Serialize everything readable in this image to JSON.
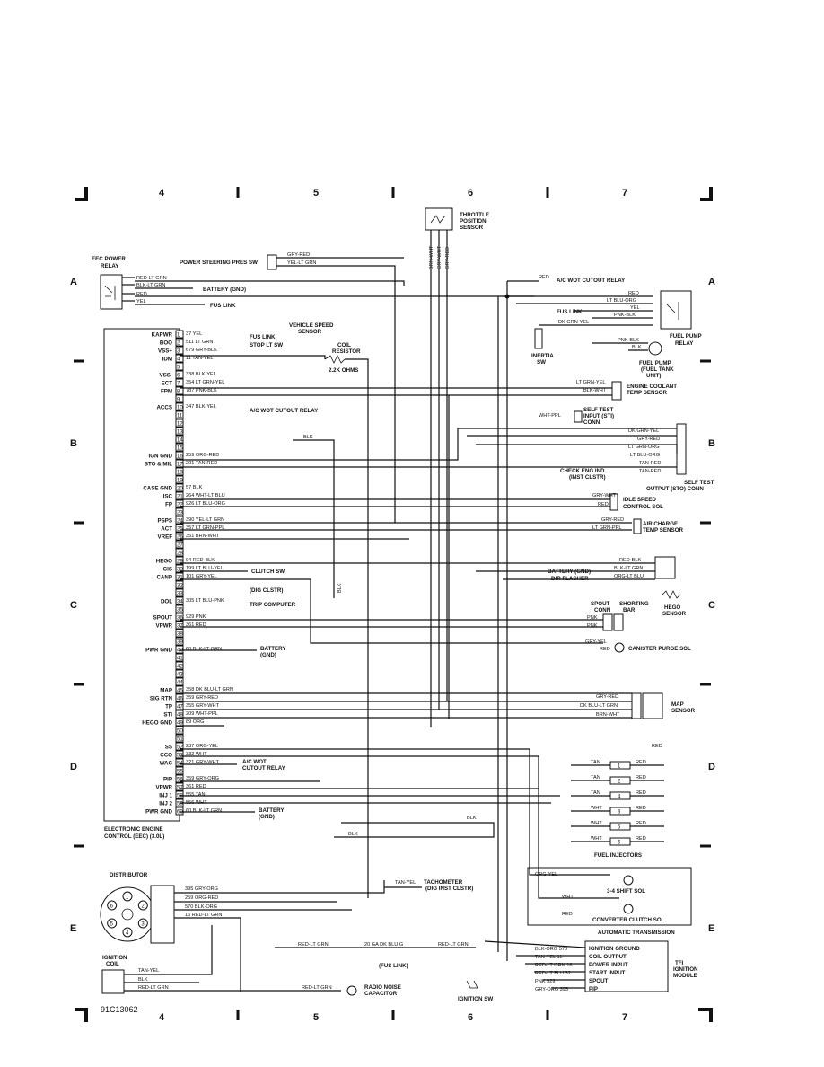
{
  "grid": {
    "columns": [
      "4",
      "5",
      "6",
      "7"
    ],
    "rows": [
      "A",
      "B",
      "C",
      "D",
      "E"
    ]
  },
  "doc_id": "91C13062",
  "components": {
    "eec_power_relay": [
      "EEC POWER",
      "RELAY"
    ],
    "power_steering_sw": "POWER STEERING PRES SW",
    "throttle_sensor": [
      "THROTTLE",
      "POSITION",
      "SENSOR"
    ],
    "ac_wot_relay_top": "A/C WOT CUTOUT RELAY",
    "fuel_pump_relay": [
      "FUEL PUMP",
      "RELAY"
    ],
    "inertia_sw": [
      "INERTIA",
      "SW"
    ],
    "fuel_pump": [
      "FUEL PUMP",
      "(FUEL TANK",
      "UNIT)"
    ],
    "vehicle_speed_sensor": [
      "VEHICLE SPEED",
      "SENSOR"
    ],
    "coil_resistor": [
      "COIL",
      "RESISTOR"
    ],
    "ohms": "2.2K OHMS",
    "ect_sensor": [
      "ENGINE COOLANT",
      "TEMP SENSOR"
    ],
    "self_test_input": [
      "SELF TEST",
      "INPUT (STI)",
      "CONN"
    ],
    "self_test_output": [
      "SELF TEST",
      "OUTPUT (STO) CONN"
    ],
    "check_eng": [
      "CHECK ENG IND",
      "(INST CLSTR)"
    ],
    "idle_speed": [
      "IDLE SPEED",
      "CONTROL SOL"
    ],
    "air_charge": [
      "AIR CHARGE",
      "TEMP SENSOR"
    ],
    "clutch_sw": "CLUTCH SW",
    "dig_clstr": "(DIG CLSTR)",
    "trip_computer": "TRIP COMPUTER",
    "battery_gnd": "BATTERY (GND)",
    "dir_flasher": "DIR FLASHER",
    "hego_sensor": [
      "HEGO",
      "SENSOR"
    ],
    "spout_conn": [
      "SPOUT",
      "CONN"
    ],
    "shorting_bar": [
      "SHORTING",
      "BAR"
    ],
    "canister": "CANISTER PURGE SOL",
    "map_sensor": [
      "MAP",
      "SENSOR"
    ],
    "ac_wot_relay_mid": [
      "A/C WOT",
      "CUTOUT RELAY"
    ],
    "battery_gnd2": [
      "BATTERY",
      "(GND)"
    ],
    "fuel_injectors": "FUEL INJECTORS",
    "eec_module": [
      "ELECTRONIC ENGINE",
      "CONTROL (EEC) (3.0L)"
    ],
    "distributor": "DISTRIBUTOR",
    "tachometer": [
      "TACHOMETER",
      "(DIG INST CLSTR)"
    ],
    "shift_sol": "3-4 SHIFT SOL",
    "converter_sol": "CONVERTER CLUTCH SOL",
    "auto_trans": "AUTOMATIC TRANSMISSION",
    "ignition_coil": [
      "IGNITION",
      "COIL"
    ],
    "fus_link": "(FUS LINK)",
    "radio_cap": [
      "RADIO NOISE",
      "CAPACITOR"
    ],
    "ignition_sw": "IGNITION SW",
    "tfi_module": [
      "TFI",
      "IGNITION",
      "MODULE"
    ],
    "tfi_pins": [
      "IGNITION GROUND",
      "COIL OUTPUT",
      "POWER INPUT",
      "START INPUT",
      "SPOUT",
      "PIP"
    ],
    "battery_gnd_top": "BATTERY (GND)",
    "fus_link_plain": "FUS LINK",
    "stop_lt_sw": "STOP LT SW",
    "fus_link_b": "FUS LINK",
    "ac_wot_b": "A/C WOT CUTOUT RELAY",
    "ga_wire": "20 GA DK BLU G"
  },
  "eec_pins": [
    {
      "n": "1",
      "name": "KAPWR",
      "wire": "37 YEL"
    },
    {
      "n": "2",
      "name": "BOO",
      "wire": "511 LT GRN"
    },
    {
      "n": "3",
      "name": "VSS+",
      "wire": "679 GRY-BLK"
    },
    {
      "n": "4",
      "name": "IDM",
      "wire": "11 TAN-YEL"
    },
    {
      "n": "5",
      "name": "",
      "wire": ""
    },
    {
      "n": "6",
      "name": "VSS-",
      "wire": "338 BLK-YEL"
    },
    {
      "n": "7",
      "name": "ECT",
      "wire": "354 LT GRN-YEL"
    },
    {
      "n": "8",
      "name": "FPM",
      "wire": "787 PNK-BLK"
    },
    {
      "n": "9",
      "name": "",
      "wire": ""
    },
    {
      "n": "10",
      "name": "ACCS",
      "wire": "347 BLK-YEL"
    },
    {
      "n": "11",
      "name": "",
      "wire": ""
    },
    {
      "n": "12",
      "name": "",
      "wire": ""
    },
    {
      "n": "13",
      "name": "",
      "wire": ""
    },
    {
      "n": "14",
      "name": "",
      "wire": ""
    },
    {
      "n": "15",
      "name": "",
      "wire": ""
    },
    {
      "n": "16",
      "name": "IGN GND",
      "wire": "259 ORG-RED"
    },
    {
      "n": "17",
      "name": "STO & MIL",
      "wire": "201 TAN-RED"
    },
    {
      "n": "18",
      "name": "",
      "wire": ""
    },
    {
      "n": "19",
      "name": "",
      "wire": ""
    },
    {
      "n": "20",
      "name": "CASE GND",
      "wire": "57 BLK"
    },
    {
      "n": "21",
      "name": "ISC",
      "wire": "264 WHT-LT BLU"
    },
    {
      "n": "22",
      "name": "FP",
      "wire": "926 LT BLU-ORG"
    },
    {
      "n": "23",
      "name": "",
      "wire": ""
    },
    {
      "n": "24",
      "name": "PSPS",
      "wire": "390 YEL-LT GRN"
    },
    {
      "n": "25",
      "name": "ACT",
      "wire": "357 LT GRN-PPL"
    },
    {
      "n": "26",
      "name": "VREF",
      "wire": "351 BRN-WHT"
    },
    {
      "n": "27",
      "name": "",
      "wire": ""
    },
    {
      "n": "28",
      "name": "",
      "wire": ""
    },
    {
      "n": "29",
      "name": "HEGO",
      "wire": "94 RED-BLK"
    },
    {
      "n": "30",
      "name": "CIS",
      "wire": "199 LT BLU-YEL"
    },
    {
      "n": "31",
      "name": "CANP",
      "wire": "101 GRY-YEL"
    },
    {
      "n": "32",
      "name": "",
      "wire": ""
    },
    {
      "n": "33",
      "name": "",
      "wire": ""
    },
    {
      "n": "34",
      "name": "DOL",
      "wire": "305 LT BLU-PNK"
    },
    {
      "n": "35",
      "name": "",
      "wire": ""
    },
    {
      "n": "36",
      "name": "SPOUT",
      "wire": "929 PNK"
    },
    {
      "n": "37",
      "name": "VPWR",
      "wire": "361 RED"
    },
    {
      "n": "38",
      "name": "",
      "wire": ""
    },
    {
      "n": "39",
      "name": "",
      "wire": ""
    },
    {
      "n": "40",
      "name": "PWR GND",
      "wire": "60 BLK-LT GRN"
    },
    {
      "n": "41",
      "name": "",
      "wire": ""
    },
    {
      "n": "42",
      "name": "",
      "wire": ""
    },
    {
      "n": "43",
      "name": "",
      "wire": ""
    },
    {
      "n": "44",
      "name": "",
      "wire": ""
    },
    {
      "n": "45",
      "name": "MAP",
      "wire": "358 DK BLU-LT GRN"
    },
    {
      "n": "46",
      "name": "SIG RTN",
      "wire": "359 GRY-RED"
    },
    {
      "n": "47",
      "name": "TP",
      "wire": "355 GRY-WHT"
    },
    {
      "n": "48",
      "name": "STI",
      "wire": "209 WHT-PPL"
    },
    {
      "n": "49",
      "name": "HEGO GND",
      "wire": "89 ORG"
    },
    {
      "n": "50",
      "name": "",
      "wire": ""
    },
    {
      "n": "51",
      "name": "",
      "wire": ""
    },
    {
      "n": "52",
      "name": "SS",
      "wire": "237 ORG-YEL"
    },
    {
      "n": "53",
      "name": "CCO",
      "wire": "332 WHT"
    },
    {
      "n": "54",
      "name": "WAC",
      "wire": "321 GRY-WHT"
    },
    {
      "n": "55",
      "name": "",
      "wire": ""
    },
    {
      "n": "56",
      "name": "PIP",
      "wire": "359 GRY-ORG"
    },
    {
      "n": "57",
      "name": "VPWR",
      "wire": "361 RED"
    },
    {
      "n": "58",
      "name": "INJ 1",
      "wire": "555 TAN"
    },
    {
      "n": "59",
      "name": "INJ 2",
      "wire": "556 WHT"
    },
    {
      "n": "60",
      "name": "PWR GND",
      "wire": "60 BLK-LT GRN"
    }
  ],
  "relay_wires": [
    "RED-LT GRN",
    "BLK-LT GRN",
    "RED",
    "YEL"
  ],
  "ps_wires": [
    "GRY-RED",
    "YEL-LT GRN"
  ],
  "tps_wires": [
    "BRN-WHT",
    "GRY-WHT",
    "GRY-RED"
  ],
  "right_wires": {
    "fuel_relay": [
      "RED",
      "LT BLU-ORG",
      "YEL",
      "PNK-BLK",
      "PNK-BLK"
    ],
    "inertia": "DK GRN-YEL",
    "fuel_pump_w": [
      "PNK-BLK",
      "BLK"
    ],
    "red_top": "RED",
    "ect": [
      "LT GRN-YEL",
      "BLK-WHT"
    ],
    "sti": "WHT-PPL",
    "sto": [
      "DK GRN-YEL",
      "GRY-RED",
      "LT GRN-ORG",
      "LT BLU-ORG",
      "TAN-RED",
      "TAN-RED"
    ],
    "isc": [
      "GRY-WHT",
      "RED"
    ],
    "act": [
      "GRY-RED",
      "LT GRN-PPL"
    ],
    "hego": [
      "RED-BLK",
      "BLK-LT GRN",
      "ORG-LT BLU"
    ],
    "spout": [
      "PNK",
      "PNK"
    ],
    "canister": [
      "GRY-YEL",
      "RED"
    ],
    "map": [
      "GRY-RED",
      "DK BLU-LT GRN",
      "BRN-WHT"
    ],
    "inj_red": "RED",
    "inj": [
      {
        "l": "TAN",
        "n": "1",
        "r": "RED"
      },
      {
        "l": "TAN",
        "n": "2",
        "r": "RED"
      },
      {
        "l": "TAN",
        "n": "4",
        "r": "RED"
      },
      {
        "l": "WHT",
        "n": "3",
        "r": "RED"
      },
      {
        "l": "WHT",
        "n": "5",
        "r": "RED"
      },
      {
        "l": "WHT",
        "n": "6",
        "r": "RED"
      }
    ],
    "trans": [
      "ORG-YEL",
      "WHT",
      "RED"
    ],
    "tfi": [
      "BLK-ORG 570",
      "TAN-YEL 11",
      "RED-LT GRN 16",
      "RED-LT BLU 32",
      "PNK 929",
      "GRY-ORG 395"
    ]
  },
  "misc_wires": {
    "blk1": "BLK",
    "blk2": "BLK",
    "blk3": "BLK",
    "blk4": "BLK",
    "tan_yel": "TAN-YEL",
    "red_lt_grn1": "RED-LT GRN",
    "red_lt_grn2": "RED-LT GRN",
    "red_lt_grn3": "RED-LT GRN",
    "dist": [
      "395 GRY-ORG",
      "259 ORG-RED",
      "570 BLK-ORG",
      "16 RED-LT GRN"
    ],
    "coil": [
      "TAN-YEL",
      "BLK",
      "RED-LT GRN"
    ],
    "dist_pins": [
      "1",
      "2",
      "3",
      "4",
      "5",
      "6"
    ]
  },
  "colors": {
    "ink": "#111111",
    "paper": "#ffffff"
  }
}
